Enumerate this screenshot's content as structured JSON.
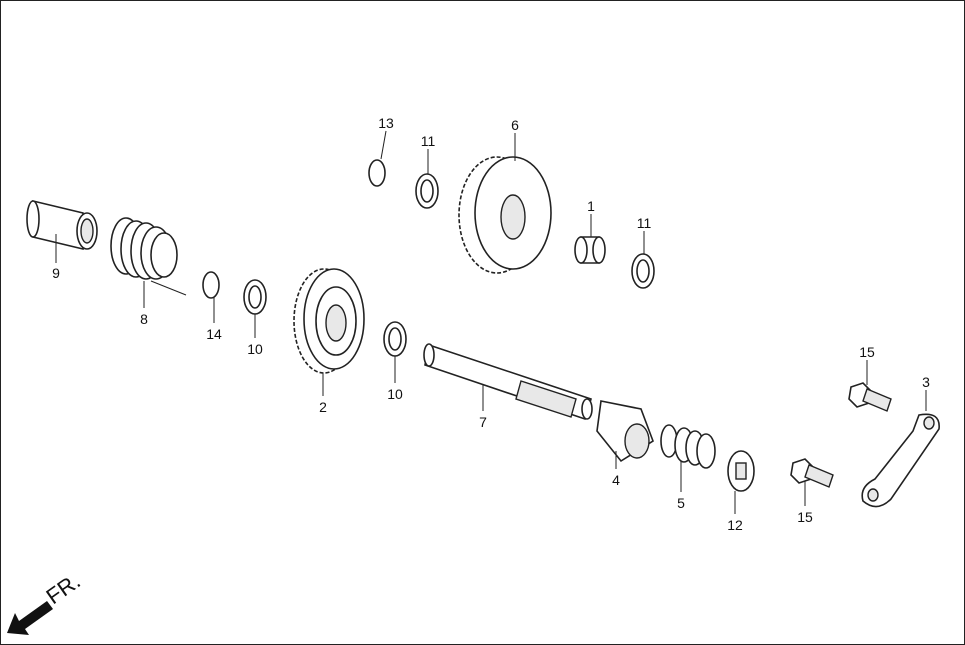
{
  "diagram": {
    "direction_label": "FR.",
    "callouts": [
      {
        "id": "c13",
        "label": "13"
      },
      {
        "id": "c11a",
        "label": "11"
      },
      {
        "id": "c6",
        "label": "6"
      },
      {
        "id": "c1",
        "label": "1"
      },
      {
        "id": "c11b",
        "label": "11"
      },
      {
        "id": "c9",
        "label": "9"
      },
      {
        "id": "c8",
        "label": "8"
      },
      {
        "id": "c14",
        "label": "14"
      },
      {
        "id": "c10a",
        "label": "10"
      },
      {
        "id": "c2",
        "label": "2"
      },
      {
        "id": "c10b",
        "label": "10"
      },
      {
        "id": "c7",
        "label": "7"
      },
      {
        "id": "c4",
        "label": "4"
      },
      {
        "id": "c5",
        "label": "5"
      },
      {
        "id": "c12",
        "label": "12"
      },
      {
        "id": "c15a",
        "label": "15"
      },
      {
        "id": "c15b",
        "label": "15"
      },
      {
        "id": "c3",
        "label": "3"
      }
    ]
  }
}
